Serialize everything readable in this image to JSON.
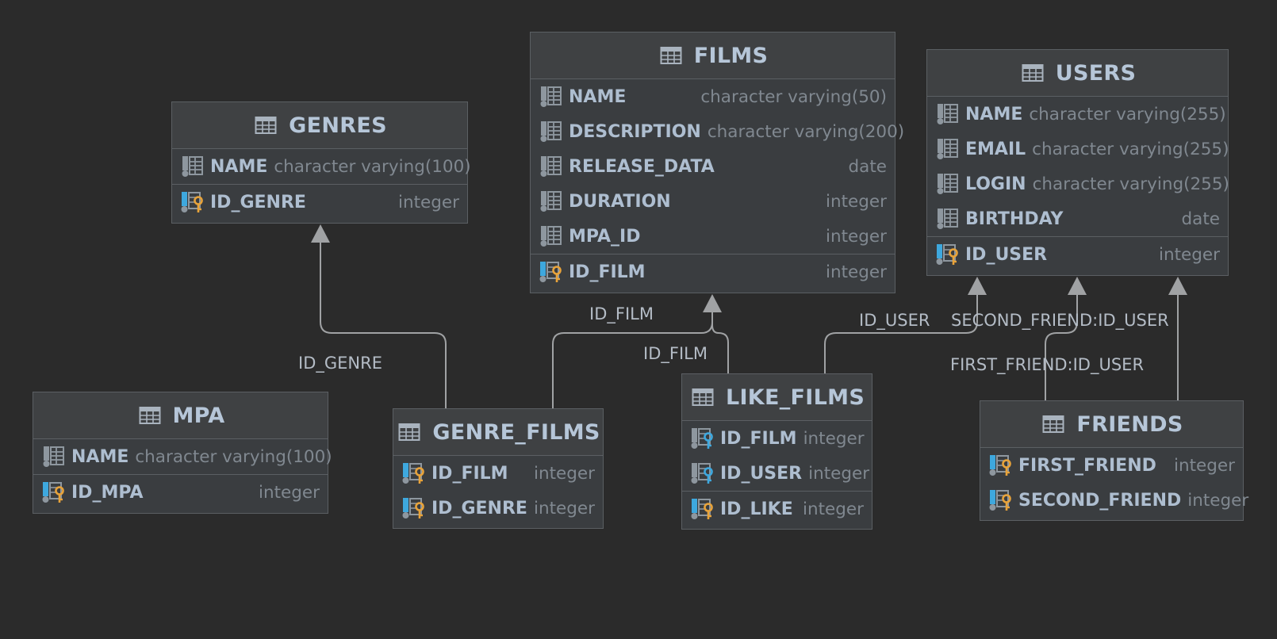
{
  "colors": {
    "background": "#2b2b2b",
    "table_fill": "#3a3d40",
    "header_fill": "#3f4143",
    "border": "#5b5f63",
    "column_name": "#aebed0",
    "column_type": "#808890",
    "edge": "#a0a2a4",
    "primary_key": "#e8a33a",
    "foreign_key": "#3ea8de"
  },
  "tables": {
    "films": {
      "name": "FILMS",
      "columns": [
        {
          "name": "NAME",
          "type": "character varying(50)"
        },
        {
          "name": "DESCRIPTION",
          "type": "character varying(200)"
        },
        {
          "name": "RELEASE_DATA",
          "type": "date"
        },
        {
          "name": "DURATION",
          "type": "integer"
        },
        {
          "name": "MPA_ID",
          "type": "integer"
        }
      ],
      "keys": [
        {
          "name": "ID_FILM",
          "type": "integer",
          "icon": "primary-key-icon"
        }
      ]
    },
    "users": {
      "name": "USERS",
      "columns": [
        {
          "name": "NAME",
          "type": "character varying(255)"
        },
        {
          "name": "EMAIL",
          "type": "character varying(255)"
        },
        {
          "name": "LOGIN",
          "type": "character varying(255)"
        },
        {
          "name": "BIRTHDAY",
          "type": "date"
        }
      ],
      "keys": [
        {
          "name": "ID_USER",
          "type": "integer",
          "icon": "primary-key-icon"
        }
      ]
    },
    "genres": {
      "name": "GENRES",
      "columns": [
        {
          "name": "NAME",
          "type": "character varying(100)"
        }
      ],
      "keys": [
        {
          "name": "ID_GENRE",
          "type": "integer",
          "icon": "primary-key-icon"
        }
      ]
    },
    "mpa": {
      "name": "MPA",
      "columns": [
        {
          "name": "NAME",
          "type": "character varying(100)"
        }
      ],
      "keys": [
        {
          "name": "ID_MPA",
          "type": "integer",
          "icon": "primary-key-icon"
        }
      ]
    },
    "genre_films": {
      "name": "GENRE_FILMS",
      "columns": [],
      "keys": [
        {
          "name": "ID_FILM",
          "type": "integer",
          "icon": "primary-foreign-key-icon"
        },
        {
          "name": "ID_GENRE",
          "type": "integer",
          "icon": "primary-foreign-key-icon"
        }
      ]
    },
    "like_films": {
      "name": "LIKE_FILMS",
      "columns": [
        {
          "name": "ID_FILM",
          "type": "integer",
          "icon": "foreign-key-icon"
        },
        {
          "name": "ID_USER",
          "type": "integer",
          "icon": "foreign-key-icon"
        }
      ],
      "keys": [
        {
          "name": "ID_LIKE",
          "type": "integer",
          "icon": "primary-key-icon"
        }
      ]
    },
    "friends": {
      "name": "FRIENDS",
      "columns": [],
      "keys": [
        {
          "name": "FIRST_FRIEND",
          "type": "integer",
          "icon": "primary-foreign-key-icon"
        },
        {
          "name": "SECOND_FRIEND",
          "type": "integer",
          "icon": "primary-foreign-key-icon"
        }
      ]
    }
  },
  "relations": [
    {
      "id": "genre-films-genres",
      "from": "GENRE_FILMS",
      "to": "GENRES",
      "label": "ID_GENRE"
    },
    {
      "id": "genre-films-films",
      "from": "GENRE_FILMS",
      "to": "FILMS",
      "label": "ID_FILM"
    },
    {
      "id": "like-films-films",
      "from": "LIKE_FILMS",
      "to": "FILMS",
      "label": "ID_FILM"
    },
    {
      "id": "like-films-users",
      "from": "LIKE_FILMS",
      "to": "USERS",
      "label": "ID_USER"
    },
    {
      "id": "friends-users-first",
      "from": "FRIENDS",
      "to": "USERS",
      "label": "FIRST_FRIEND:ID_USER"
    },
    {
      "id": "friends-users-second",
      "from": "FRIENDS",
      "to": "USERS",
      "label": "SECOND_FRIEND:ID_USER"
    }
  ]
}
